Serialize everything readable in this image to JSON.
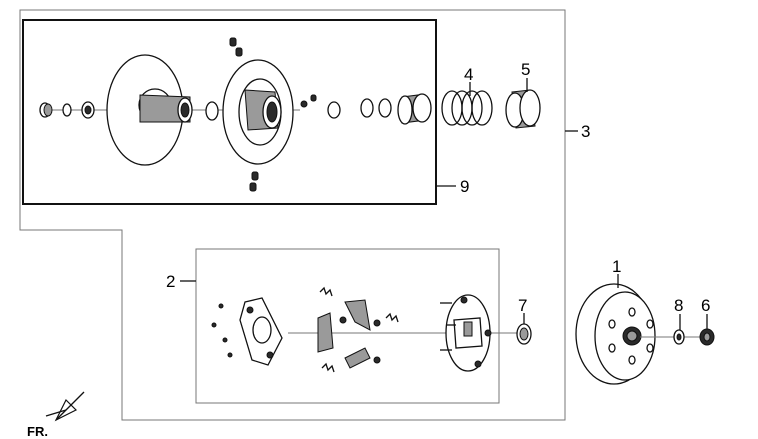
{
  "callouts": {
    "c1": "1",
    "c2": "2",
    "c3": "3",
    "c4": "4",
    "c5": "5",
    "c6": "6",
    "c7": "7",
    "c8": "8",
    "c9": "9"
  },
  "direction_label": "FR."
}
